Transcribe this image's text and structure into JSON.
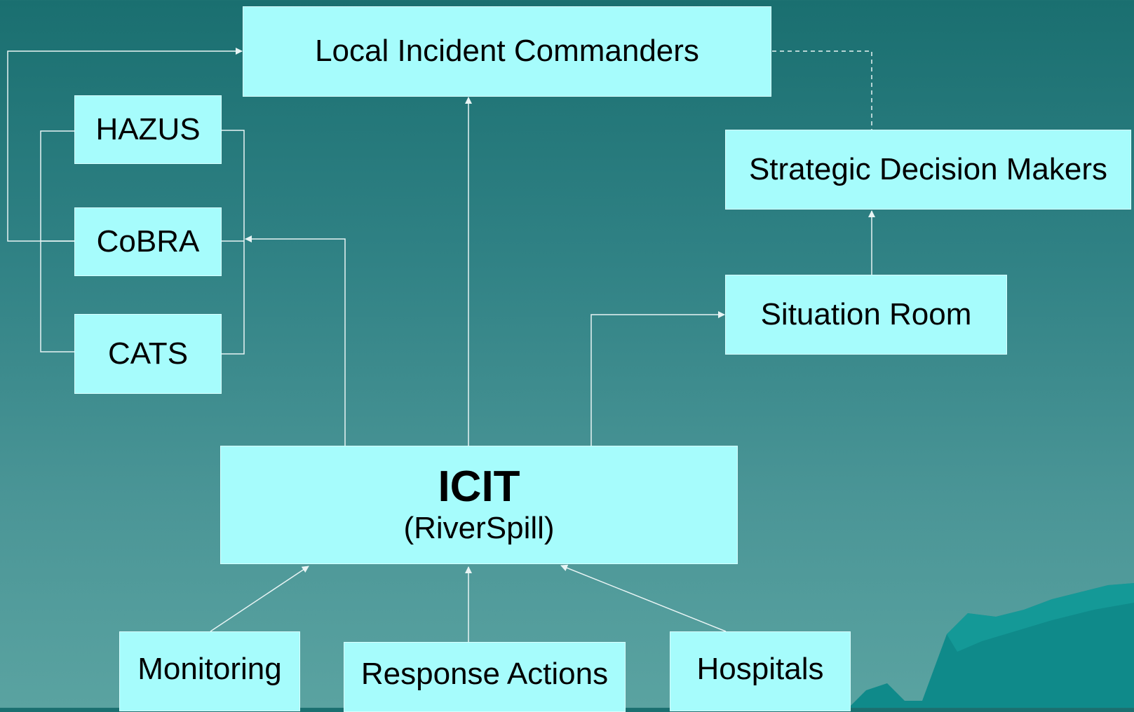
{
  "nodes": {
    "local_incident_commanders": "Local Incident Commanders",
    "hazus": "HAZUS",
    "cobra": "CoBRA",
    "cats": "CATS",
    "strategic_decision_makers": "Strategic Decision Makers",
    "situation_room": "Situation Room",
    "icit_title": "ICIT",
    "icit_subtitle": "(RiverSpill)",
    "monitoring": "Monitoring",
    "response_actions": "Response Actions",
    "hospitals": "Hospitals"
  },
  "colors": {
    "box_fill": "#a6fcfc",
    "connector": "#e8f4f4",
    "background_top": "#1a6f70",
    "background_bottom": "#5aa3a1"
  }
}
